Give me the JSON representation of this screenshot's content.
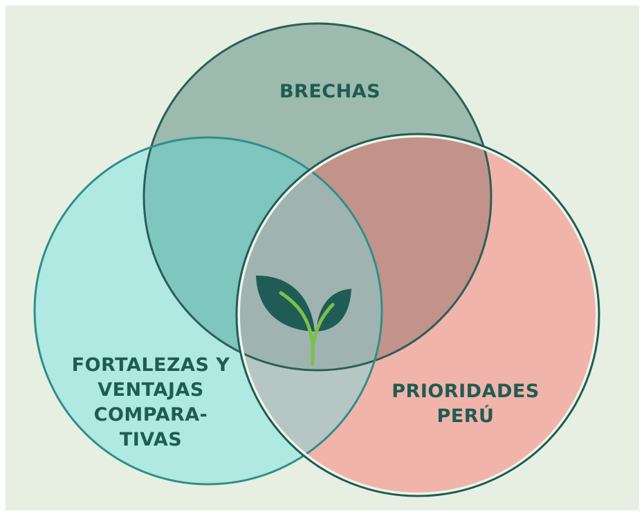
{
  "diagram": {
    "type": "venn",
    "sets": [
      {
        "id": "top",
        "label": "BRECHAS"
      },
      {
        "id": "left",
        "label_lines": [
          "FORTALEZAS Y",
          "VENTAJAS",
          "COMPARA-",
          "TIVAS"
        ]
      },
      {
        "id": "right",
        "label_lines": [
          "PRIORIDADES",
          "PERÚ"
        ]
      }
    ],
    "center_icon": "sprout-icon"
  },
  "colors": {
    "background": "#e7efe3",
    "top": "#9dbaae",
    "left": "#b0e9e1",
    "right": "#f1b4aa",
    "top_left": "#7fc6bf",
    "top_right": "#c1938b",
    "left_right": "#b6c7c3",
    "center": "#9fb4b0",
    "text": "#1f5c52",
    "leaf": "#1f5c56",
    "stem": "#7cc04a"
  }
}
